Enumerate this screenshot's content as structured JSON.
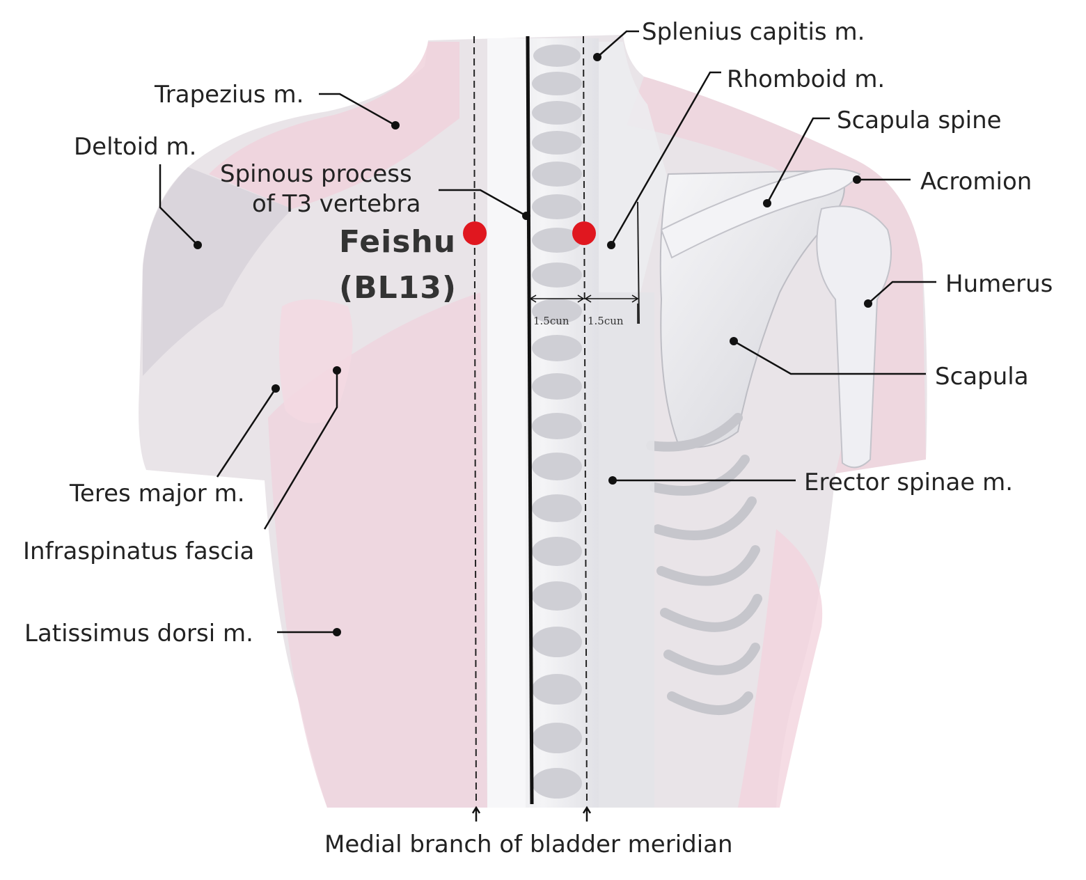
{
  "title": {
    "line1": "Feishu",
    "line2": "(BL13)"
  },
  "labels": {
    "splenius_capitis": "Splenius capitis m.",
    "rhomboid": "Rhomboid m.",
    "trapezius": "Trapezius m.",
    "scapula_spine": "Scapula spine",
    "deltoid": "Deltoid m.",
    "spinous_process_line1": "Spinous process",
    "spinous_process_line2": "of T3 vertebra",
    "acromion": "Acromion",
    "humerus": "Humerus",
    "scapula": "Scapula",
    "erector_spinae": "Erector spinae m.",
    "teres_major": "Teres major m.",
    "infraspinatus_fascia": "Infraspinatus fascia",
    "latissimus_dorsi": "Latissimus dorsi m.",
    "medial_branch": "Medial branch of bladder meridian"
  },
  "measurements": {
    "left_distance": "1.5cun",
    "right_distance": "1.5cun"
  },
  "colors": {
    "acupoint": "#e0171f",
    "body_pink": "#f2d3dd",
    "body_gray": "#d9d9de",
    "leader": "#111111"
  }
}
